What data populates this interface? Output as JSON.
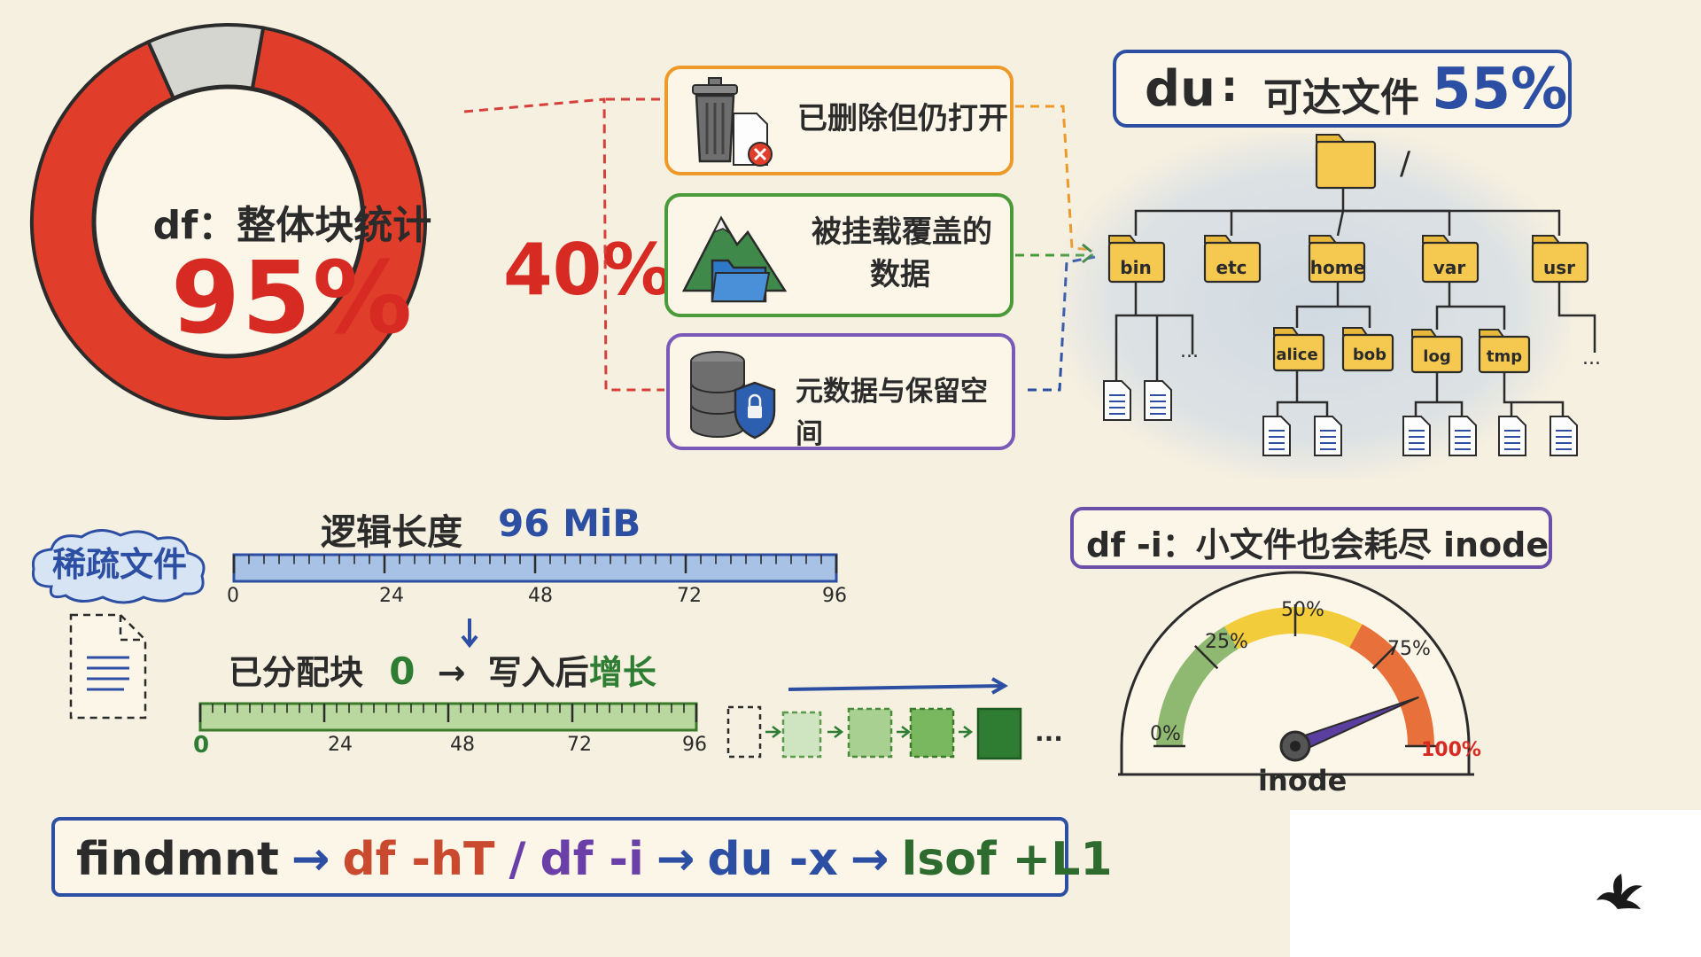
{
  "donut": {
    "title": "df：整体块统计",
    "used_percent": "95%",
    "used_fraction": 0.95,
    "colors": {
      "used": "#e03e2a",
      "free": "#d6d6d0"
    }
  },
  "gap": {
    "percent": "40%"
  },
  "hidden_usage": {
    "deleted_open": {
      "label": "已删除但仍打开",
      "color": "#ee9a2a"
    },
    "overmounted": {
      "label_line1": "被挂载覆盖的",
      "label_line2": "数据",
      "color": "#4a9a3a"
    },
    "metadata": {
      "label": "元数据与保留空间",
      "color": "#7a5ab8"
    }
  },
  "du": {
    "command": "du",
    "label": "可达文件",
    "percent": "55%",
    "tree": {
      "root": "/",
      "dirs": [
        "bin",
        "etc",
        "home",
        "var",
        "usr"
      ],
      "home_children": [
        "alice",
        "bob"
      ],
      "var_children": [
        "log",
        "tmp"
      ],
      "ellipsis": "..."
    }
  },
  "sparse": {
    "title": "稀疏文件",
    "logical_label": "逻辑长度",
    "logical_value": "96 MiB",
    "ticks": [
      "0",
      "24",
      "48",
      "72",
      "96"
    ],
    "alloc_label": "已分配块",
    "alloc_value": "0",
    "arrow": "→",
    "grow_prefix": "写入后",
    "grow_word": "增长",
    "ellipsis": "..."
  },
  "inode": {
    "title": "df -i：小文件也会耗尽 inode",
    "gauge_label": "inode",
    "ticks": [
      "0%",
      "25%",
      "50%",
      "75%",
      "100%"
    ],
    "needle_fraction": 0.88,
    "colors": {
      "low": "#8fb870",
      "mid": "#f2cc3a",
      "high": "#e8703a"
    }
  },
  "commands": {
    "c1": "findmnt",
    "arrow": "→",
    "c2": "df -hT",
    "slash": "/",
    "c3": "df -i",
    "c4": "du -x",
    "c5": "lsof +L1"
  }
}
